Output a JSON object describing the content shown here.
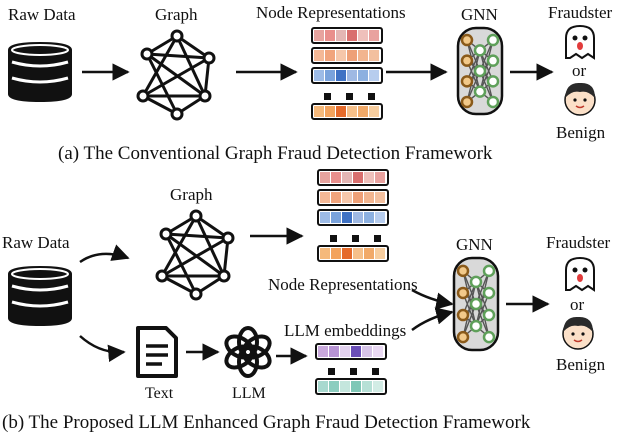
{
  "top": {
    "raw_data": "Raw Data",
    "graph": "Graph",
    "node_repr": "Node Representations",
    "gnn": "GNN",
    "fraudster": "Fraudster",
    "or": "or",
    "benign": "Benign",
    "caption": "(a) The Conventional Graph Fraud Detection Framework",
    "embedding_rows": [
      [
        "#e7a39e",
        "#e98f8c",
        "#e4b6b4",
        "#d96f6e",
        "#efc0bb",
        "#e9a29f"
      ],
      [
        "#f4b896",
        "#f1a47c",
        "#f6c7aa",
        "#eea077",
        "#f2b58f",
        "#f3c09f"
      ],
      [
        "#9dbbe6",
        "#7aa3dc",
        "#3f72c4",
        "#9fb9e3",
        "#8cb0e0",
        "#b7cdee"
      ],
      [
        "#f5b97b",
        "#f3a35d",
        "#e56a2a",
        "#f6c08a",
        "#f1a968",
        "#f7cd9e"
      ]
    ]
  },
  "bottom": {
    "raw_data": "Raw Data",
    "graph": "Graph",
    "node_repr": "Node Representations",
    "text": "Text",
    "llm": "LLM",
    "llm_embeddings": "LLM embeddings",
    "gnn": "GNN",
    "fraudster": "Fraudster",
    "or": "or",
    "benign": "Benign",
    "caption": "(b) The Proposed LLM Enhanced Graph Fraud Detection Framework",
    "embedding_rows": [
      [
        "#e7a39e",
        "#e98f8c",
        "#e4b6b4",
        "#d96f6e",
        "#efc0bb",
        "#e9a29f"
      ],
      [
        "#f4b896",
        "#f1a47c",
        "#f6c7aa",
        "#eea077",
        "#f2b58f",
        "#f3c09f"
      ],
      [
        "#9dbbe6",
        "#7aa3dc",
        "#3f72c4",
        "#9fb9e3",
        "#8cb0e0",
        "#b7cdee"
      ],
      [
        "#f5b97b",
        "#f3a35d",
        "#e56a2a",
        "#f6c08a",
        "#f1a968",
        "#f7cd9e"
      ]
    ],
    "llm_rows": [
      [
        "#c9a9dc",
        "#b894d4",
        "#e2d1ee",
        "#6b4fb8",
        "#d7c4e8",
        "#ead9f3"
      ],
      [
        "#a8d9cf",
        "#8ccdbf",
        "#c4e6dd",
        "#7fc7b6",
        "#b6e0d6",
        "#d2ece5"
      ]
    ]
  },
  "colors": {
    "gnn_panel": "#d9d9d9",
    "gnn_node": "#f2c98a",
    "gnn_edge": "#555555",
    "db": "#111111"
  }
}
